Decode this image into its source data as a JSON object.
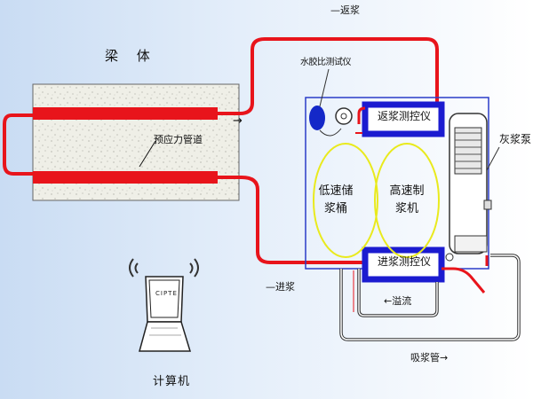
{
  "labels": {
    "beam": "梁 体",
    "duct": "预应力管道",
    "return_top": "—返浆",
    "flow_arrow": "→",
    "water_cement_meter": "水胶比测试仪",
    "return_controller": "返浆测控仪",
    "inlet_controller": "进浆测控仪",
    "low_speed_drum": "低速储浆桶",
    "high_speed_mixer": "高速制浆机",
    "grout_pump": "灰浆泵",
    "inlet": "—进浆",
    "overflow": "←溢流",
    "suction_pipe": "吸浆管→",
    "computer": "计算机",
    "computer_screen": "CIPTE"
  },
  "colors": {
    "pipe": "#e8141b",
    "controller_frame": "#1b1bd0",
    "equipment_box": "#2a3cc8",
    "tank_outline": "#e9ea1d",
    "meter_blue": "#1428c8",
    "beam_fill": "#efefe7"
  }
}
